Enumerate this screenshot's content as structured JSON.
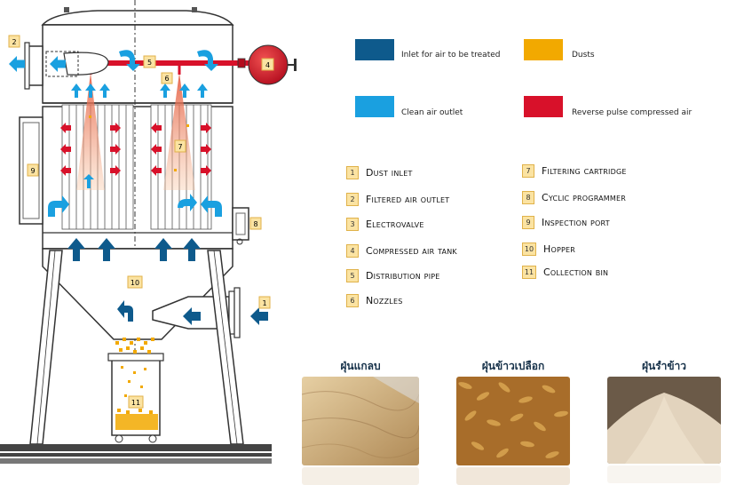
{
  "callouts": {
    "c1": "1",
    "c2": "2",
    "c4": "4",
    "c5": "5",
    "c6": "6",
    "c7": "7",
    "c8": "8",
    "c9": "9",
    "c10": "10",
    "c11": "11"
  },
  "legend": [
    {
      "label": "Inlet for air to be treated",
      "color": "#0e5a8c"
    },
    {
      "label": "Dusts",
      "color": "#f2a900"
    },
    {
      "label": "Clean air outlet",
      "color": "#1aa0e0"
    },
    {
      "label": "Reverse pulse compressed air",
      "color": "#d8112a"
    }
  ],
  "parts": [
    {
      "num": "1",
      "label": "Dust inlet"
    },
    {
      "num": "2",
      "label": "Filtered air outlet"
    },
    {
      "num": "3",
      "label": "Electrovalve"
    },
    {
      "num": "4",
      "label": "Compressed air tank"
    },
    {
      "num": "5",
      "label": "Distribution pipe"
    },
    {
      "num": "6",
      "label": "Nozzles"
    },
    {
      "num": "7",
      "label": "Filtering cartridge"
    },
    {
      "num": "8",
      "label": "Cyclic programmer"
    },
    {
      "num": "9",
      "label": "Inspection port"
    },
    {
      "num": "10",
      "label": "Hopper"
    },
    {
      "num": "11",
      "label": "Collection bin"
    }
  ],
  "photos": [
    {
      "caption": "ฝุ่นแกลบ",
      "tone": "#c9a574"
    },
    {
      "caption": "ฝุ่นข้าวเปลือก",
      "tone": "#b27a33"
    },
    {
      "caption": "ฝุ่นรำข้าว",
      "tone": "#d8c6ae"
    }
  ]
}
